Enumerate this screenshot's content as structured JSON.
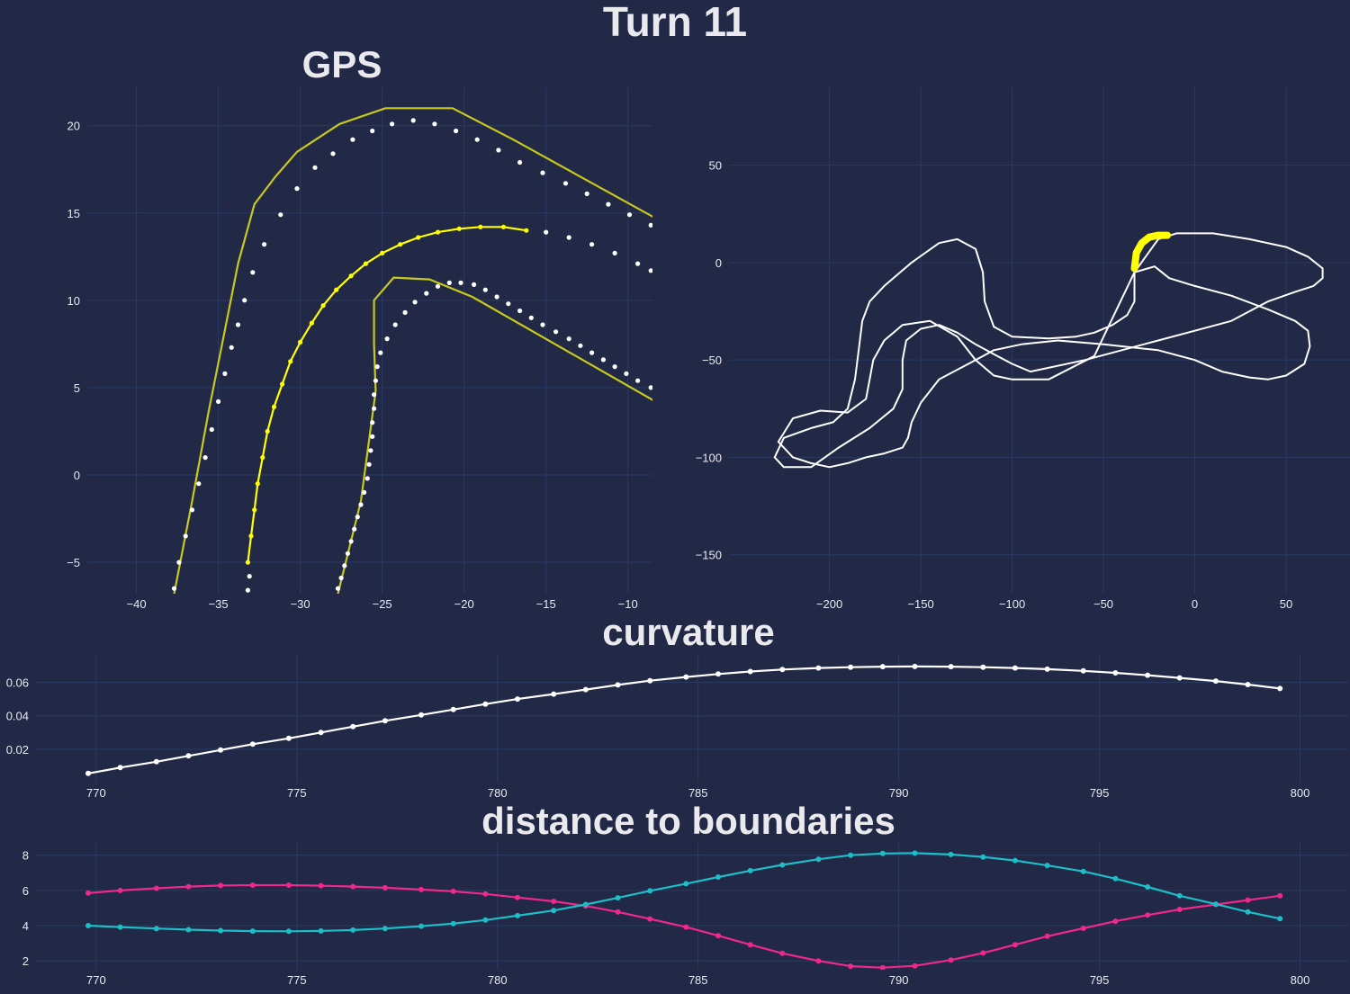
{
  "page": {
    "suptitle": "Turn 11"
  },
  "colors": {
    "background": "#212946",
    "grid": "#2a3a63",
    "text": "#e9e9ee",
    "white": "#ffffff",
    "yellow": "#ffff00",
    "olive": "#c8c81e",
    "magenta": "#f0288c",
    "cyan": "#1ebec8"
  },
  "chart_data": [
    {
      "id": "gps",
      "type": "line",
      "title": "GPS",
      "xlim": [
        -43,
        -8.5
      ],
      "ylim": [
        -6.8,
        22.2
      ],
      "xticks": [
        -40,
        -35,
        -30,
        -25,
        -20,
        -15,
        -10
      ],
      "yticks": [
        -5,
        0,
        5,
        10,
        15,
        20
      ],
      "grid": true,
      "series": [
        {
          "role": "outer-boundary",
          "style": "olive-line",
          "x": [
            -37.7,
            -36.6,
            -35.6,
            -34.6,
            -33.8,
            -32.8,
            -31.5,
            -30.2,
            -27.6,
            -24.8,
            -20.7,
            -17.0,
            -8.5
          ],
          "y": [
            -6.8,
            -1.5,
            3.6,
            8.3,
            12.1,
            15.5,
            17.1,
            18.5,
            20.1,
            21.0,
            21.0,
            19.2,
            14.8
          ]
        },
        {
          "role": "outer-boundary",
          "style": "white-dots",
          "x": [
            -37.7,
            -37.4,
            -37.0,
            -36.6,
            -36.2,
            -35.8,
            -35.4,
            -35.0,
            -34.6,
            -34.2,
            -33.8,
            -33.4,
            -32.9,
            -32.2,
            -31.2,
            -30.2,
            -29.1,
            -28.0,
            -26.8,
            -25.6,
            -24.4,
            -23.1,
            -21.8,
            -20.5,
            -19.2,
            -17.9,
            -16.6,
            -15.2,
            -13.8,
            -12.5,
            -11.2,
            -9.9,
            -8.6
          ],
          "y": [
            -6.5,
            -5.0,
            -3.5,
            -2.0,
            -0.5,
            1.0,
            2.6,
            4.2,
            5.8,
            7.3,
            8.6,
            10.0,
            11.6,
            13.2,
            14.9,
            16.4,
            17.6,
            18.4,
            19.2,
            19.7,
            20.1,
            20.3,
            20.1,
            19.7,
            19.2,
            18.6,
            17.9,
            17.3,
            16.7,
            16.1,
            15.5,
            14.9,
            14.3
          ]
        },
        {
          "role": "racing-line",
          "style": "yellow-dots",
          "x": [
            -33.2,
            -33.0,
            -32.8,
            -32.6,
            -32.3,
            -32.0,
            -31.6,
            -31.1,
            -30.6,
            -30.0,
            -29.3,
            -28.6,
            -27.8,
            -26.9,
            -26.0,
            -25.0,
            -23.9,
            -22.8,
            -21.6,
            -20.3,
            -19.0,
            -17.6,
            -16.2
          ],
          "y": [
            -5.0,
            -3.5,
            -2.0,
            -0.5,
            1.0,
            2.5,
            3.9,
            5.2,
            6.5,
            7.6,
            8.7,
            9.7,
            10.6,
            11.4,
            12.1,
            12.7,
            13.2,
            13.6,
            13.9,
            14.1,
            14.2,
            14.2,
            14.0
          ]
        },
        {
          "role": "racing-line",
          "style": "white-dots",
          "x": [
            -33.2,
            -33.1,
            -15.0,
            -13.6,
            -12.2,
            -10.8,
            -9.4,
            -8.6
          ],
          "y": [
            -6.6,
            -5.8,
            13.9,
            13.6,
            13.2,
            12.7,
            12.1,
            11.7
          ]
        },
        {
          "role": "inner-boundary",
          "style": "olive-line",
          "x": [
            -27.7,
            -26.3,
            -25.4,
            -25.5,
            -25.5,
            -24.3,
            -22.1,
            -19.5,
            -8.5
          ],
          "y": [
            -6.8,
            -1.5,
            4.8,
            7.5,
            10.0,
            11.3,
            11.2,
            10.2,
            4.3
          ]
        },
        {
          "role": "inner-boundary",
          "style": "white-dots",
          "x": [
            -27.7,
            -27.5,
            -27.3,
            -27.1,
            -26.9,
            -26.7,
            -26.5,
            -26.3,
            -26.1,
            -25.9,
            -25.8,
            -25.7,
            -25.6,
            -25.6,
            -25.5,
            -25.5,
            -25.4,
            -25.3,
            -25.1,
            -24.7,
            -24.2,
            -23.6,
            -23.0,
            -22.3,
            -21.6,
            -20.9,
            -20.2,
            -19.4,
            -18.7,
            -18.0,
            -17.3,
            -16.6,
            -15.9,
            -15.2,
            -14.4,
            -13.6,
            -12.9,
            -12.2,
            -11.5,
            -10.8,
            -10.1,
            -9.4,
            -8.6
          ],
          "y": [
            -6.5,
            -5.9,
            -5.2,
            -4.5,
            -3.8,
            -3.1,
            -2.4,
            -1.7,
            -1.0,
            -0.2,
            0.6,
            1.4,
            2.2,
            3.0,
            3.8,
            4.6,
            5.4,
            6.2,
            7.0,
            7.8,
            8.6,
            9.3,
            9.9,
            10.4,
            10.8,
            11.0,
            11.0,
            10.9,
            10.6,
            10.2,
            9.8,
            9.4,
            9.0,
            8.6,
            8.2,
            7.8,
            7.4,
            7.0,
            6.6,
            6.2,
            5.8,
            5.4,
            5.0
          ]
        }
      ]
    },
    {
      "id": "track",
      "type": "line",
      "title": "",
      "xlim": [
        -255,
        85
      ],
      "ylim": [
        -170,
        90
      ],
      "xticks": [
        -200,
        -150,
        -100,
        -50,
        0,
        50
      ],
      "yticks": [
        50,
        0,
        -50,
        -100,
        -150
      ],
      "grid": true,
      "series": [
        {
          "role": "track-outline",
          "style": "white-line",
          "x": [
            -33,
            -33,
            -37,
            -45,
            -55,
            -65,
            -80,
            -100,
            -110,
            -115,
            -116,
            -120,
            -130,
            -140,
            -155,
            -170,
            -178,
            -182,
            -184,
            -186,
            -190,
            -198,
            -210,
            -225,
            -230,
            -225,
            -210,
            -195,
            -178,
            -165,
            -160,
            -160,
            -158,
            -150,
            -140,
            -130,
            -120,
            -110,
            -100,
            -90,
            -60,
            -20,
            0,
            20,
            40,
            55,
            65,
            70,
            70,
            62,
            50,
            30,
            10,
            -10,
            -20,
            -33
          ],
          "y": [
            -5,
            -20,
            -27,
            -32,
            -36,
            -38,
            -39,
            -38,
            -33,
            -20,
            -5,
            7,
            12,
            10,
            0,
            -12,
            -20,
            -30,
            -45,
            -60,
            -75,
            -82,
            -85,
            -90,
            -100,
            -105,
            -105,
            -95,
            -85,
            -75,
            -65,
            -50,
            -40,
            -34,
            -32,
            -36,
            -42,
            -47,
            -52,
            -56,
            -50,
            -40,
            -35,
            -30,
            -20,
            -15,
            -12,
            -8,
            -3,
            3,
            8,
            12,
            15,
            15,
            12,
            -5
          ]
        },
        {
          "role": "track-inner",
          "style": "white-line",
          "x": [
            -33,
            -22,
            -14,
            0,
            20,
            40,
            55,
            62,
            63,
            60,
            50,
            40,
            30,
            15,
            0,
            -20,
            -50,
            -75,
            -95,
            -110,
            -120,
            -130,
            -140,
            -150,
            -155,
            -157,
            -160,
            -170,
            -180,
            -190,
            -200,
            -210,
            -220,
            -228,
            -220,
            -205,
            -190,
            -180,
            -178,
            -176,
            -170,
            -160,
            -145,
            -130,
            -120,
            -110,
            -100,
            -80,
            -55,
            -33
          ],
          "y": [
            -5,
            -2,
            -8,
            -12,
            -17,
            -24,
            -30,
            -35,
            -43,
            -52,
            -58,
            -60,
            -59,
            -56,
            -50,
            -45,
            -42,
            -40,
            -42,
            -45,
            -50,
            -55,
            -60,
            -72,
            -82,
            -90,
            -95,
            -98,
            -100,
            -103,
            -105,
            -103,
            -100,
            -92,
            -80,
            -76,
            -77,
            -70,
            -60,
            -50,
            -40,
            -32,
            -30,
            -38,
            -50,
            -58,
            -60,
            -60,
            -48,
            -5
          ]
        },
        {
          "role": "turn-11-highlight",
          "style": "yellow-thick",
          "x": [
            -33,
            -32,
            -29,
            -25,
            -20,
            -15
          ],
          "y": [
            -3,
            5,
            10,
            13,
            14,
            14
          ]
        }
      ]
    },
    {
      "id": "curvature",
      "type": "line",
      "title": "curvature",
      "xlim": [
        768.5,
        801.2
      ],
      "ylim": [
        0.0,
        0.077
      ],
      "xticks": [
        770,
        775,
        780,
        785,
        790,
        795,
        800
      ],
      "yticks": [
        0.02,
        0.04,
        0.06
      ],
      "grid": true,
      "series": [
        {
          "role": "curvature",
          "style": "white-dots-line",
          "x": [
            769.8,
            770.6,
            771.5,
            772.3,
            773.1,
            773.9,
            774.8,
            775.6,
            776.4,
            777.2,
            778.1,
            778.9,
            779.7,
            780.5,
            781.4,
            782.2,
            783.0,
            783.8,
            784.7,
            785.5,
            786.3,
            787.1,
            788.0,
            788.8,
            789.6,
            790.4,
            791.3,
            792.1,
            792.9,
            793.7,
            794.6,
            795.4,
            796.2,
            797.0,
            797.9,
            798.7,
            799.5
          ],
          "y": [
            0.0055,
            0.009,
            0.0125,
            0.016,
            0.0195,
            0.023,
            0.0265,
            0.03,
            0.0335,
            0.037,
            0.0405,
            0.0437,
            0.047,
            0.05,
            0.053,
            0.0557,
            0.0585,
            0.061,
            0.0632,
            0.065,
            0.0665,
            0.0677,
            0.0686,
            0.0691,
            0.0694,
            0.0695,
            0.0694,
            0.0691,
            0.0686,
            0.0679,
            0.0669,
            0.0657,
            0.0643,
            0.0627,
            0.0608,
            0.0587,
            0.0563
          ]
        }
      ]
    },
    {
      "id": "distance",
      "type": "line",
      "title": "distance to boundaries",
      "xlim": [
        768.5,
        801.2
      ],
      "ylim": [
        1.5,
        8.7
      ],
      "xticks": [
        770,
        775,
        780,
        785,
        790,
        795,
        800
      ],
      "yticks": [
        2,
        4,
        6,
        8
      ],
      "grid": true,
      "series": [
        {
          "role": "left",
          "style": "magenta",
          "x": [
            769.8,
            770.6,
            771.5,
            772.3,
            773.1,
            773.9,
            774.8,
            775.6,
            776.4,
            777.2,
            778.1,
            778.9,
            779.7,
            780.5,
            781.4,
            782.2,
            783.0,
            783.8,
            784.7,
            785.5,
            786.3,
            787.1,
            788.0,
            788.8,
            789.6,
            790.4,
            791.3,
            792.1,
            792.9,
            793.7,
            794.6,
            795.4,
            796.2,
            797.0,
            797.9,
            798.7,
            799.5
          ],
          "y": [
            5.85,
            6.0,
            6.12,
            6.22,
            6.28,
            6.3,
            6.3,
            6.27,
            6.22,
            6.15,
            6.05,
            5.95,
            5.8,
            5.6,
            5.38,
            5.12,
            4.78,
            4.38,
            3.92,
            3.43,
            2.92,
            2.43,
            2.0,
            1.7,
            1.62,
            1.72,
            2.05,
            2.45,
            2.92,
            3.4,
            3.85,
            4.25,
            4.6,
            4.92,
            5.2,
            5.45,
            5.7
          ]
        },
        {
          "role": "right",
          "style": "cyan",
          "x": [
            769.8,
            770.6,
            771.5,
            772.3,
            773.1,
            773.9,
            774.8,
            775.6,
            776.4,
            777.2,
            778.1,
            778.9,
            779.7,
            780.5,
            781.4,
            782.2,
            783.0,
            783.8,
            784.7,
            785.5,
            786.3,
            787.1,
            788.0,
            788.8,
            789.6,
            790.4,
            791.3,
            792.1,
            792.9,
            793.7,
            794.6,
            795.4,
            796.2,
            797.0,
            797.9,
            798.7,
            799.5
          ],
          "y": [
            4.0,
            3.92,
            3.84,
            3.77,
            3.72,
            3.69,
            3.68,
            3.7,
            3.75,
            3.84,
            3.97,
            4.12,
            4.32,
            4.57,
            4.86,
            5.2,
            5.58,
            5.98,
            6.38,
            6.76,
            7.12,
            7.45,
            7.77,
            8.0,
            8.1,
            8.12,
            8.04,
            7.9,
            7.7,
            7.42,
            7.08,
            6.67,
            6.2,
            5.7,
            5.22,
            4.78,
            4.4
          ]
        }
      ]
    }
  ]
}
